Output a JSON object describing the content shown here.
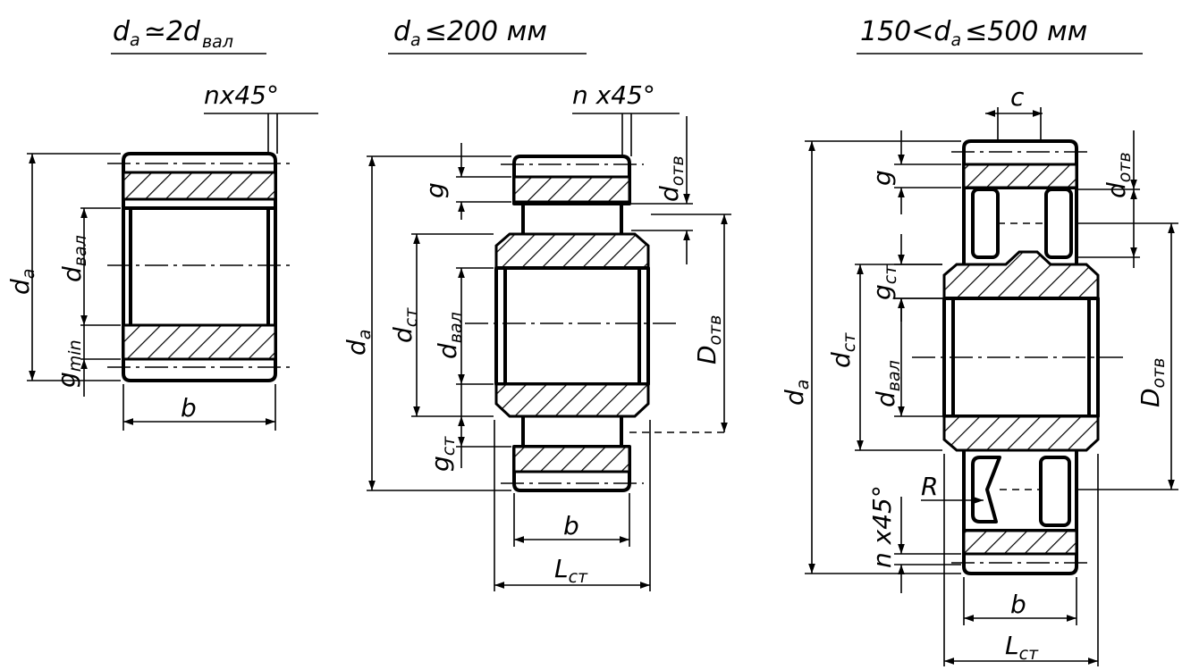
{
  "views": [
    {
      "title": "d a ≃2d вал",
      "title_parts": {
        "main": "d",
        "sub1": "a",
        "mid": "≃2d",
        "sub2": "вал"
      },
      "labels": {
        "chamfer": "nx45°",
        "da": "d",
        "da_sub": "a",
        "dval": "d",
        "dval_sub": "вал",
        "gmin": "g",
        "gmin_sub": "min",
        "b": "b"
      }
    },
    {
      "title": "d a ≤200 мм",
      "title_parts": {
        "main": "d",
        "sub1": "a",
        "rest": "≤200 мм"
      },
      "labels": {
        "chamfer": "n x45°",
        "g": "g",
        "dotv": "d",
        "dotv_sub": "отв",
        "da": "d",
        "da_sub": "a",
        "dst": "d",
        "dst_sub": "ст",
        "dval": "d",
        "dval_sub": "вал",
        "Dotv": "D",
        "Dotv_sub": "отв",
        "gst": "g",
        "gst_sub": "ст",
        "b": "b",
        "Lst": "L",
        "Lst_sub": "ст"
      }
    },
    {
      "title": "150<d a ≤500 мм",
      "title_parts": {
        "pre": "150<d",
        "sub1": "a",
        "rest": "≤500 мм"
      },
      "labels": {
        "c": "c",
        "g": "g",
        "dotv": "d",
        "dotv_sub": "отв",
        "gst": "g",
        "gst_sub": "ст",
        "da": "d",
        "da_sub": "a",
        "dst": "d",
        "dst_sub": "ст",
        "dval": "d",
        "dval_sub": "вал",
        "Dotv": "D",
        "Dotv_sub": "отв",
        "R": "R",
        "chamfer": "n x45°",
        "b": "b",
        "Lst": "L",
        "Lst_sub": "ст"
      }
    }
  ]
}
